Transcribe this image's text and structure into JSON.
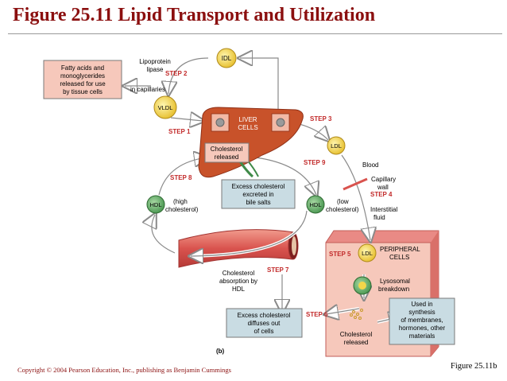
{
  "title": "Figure 25.11  Lipid Transport and Utilization",
  "footer": {
    "copyright": "Copyright © 2004 Pearson Education, Inc., publishing as Benjamin Cummings",
    "figure_ref": "Figure 25.11b"
  },
  "colors": {
    "title": "#8b0f0f",
    "liver": "#c8522a",
    "cell_box": "#f6c8bb",
    "label_box": "#c9dce3",
    "ldl_yellow": "#f2d64a",
    "hdl_green": "#5aa760",
    "vessel": "#d9534e",
    "step": "#c22a2a"
  },
  "diagram": {
    "fatty_acids_box": [
      "Fatty acids and",
      "monoglycerides",
      "released for use",
      "by tissue cells"
    ],
    "lipoprotein_lipase": [
      "Lipoprotein",
      "lipase"
    ],
    "in_capillaries": "in capillaries",
    "idl": "IDL",
    "vldl": "VLDL",
    "liver_cells": [
      "LIVER",
      "CELLS"
    ],
    "cholesterol_released_liver": [
      "Cholesterol",
      "released"
    ],
    "excess_cholesterol_bile": [
      "Excess cholesterol",
      "excreted in",
      "bile salts"
    ],
    "ldl": "LDL",
    "blood": "Blood",
    "capillary_wall": [
      "Capillary",
      "wall"
    ],
    "interstitial_fluid": [
      "Interstitial",
      "fluid"
    ],
    "low_cholesterol": [
      "(low",
      "cholesterol)"
    ],
    "high_cholesterol": [
      "(high",
      "cholesterol)"
    ],
    "hdl": "HDL",
    "peripheral_cells": [
      "PERIPHERAL",
      "CELLS"
    ],
    "lysosomal_breakdown": [
      "Lysosomal",
      "breakdown"
    ],
    "used_in_synthesis": [
      "Used in",
      "synthesis",
      "of membranes,",
      "hormones, other",
      "materials"
    ],
    "cholesterol_released_peripheral": [
      "Cholesterol",
      "released"
    ],
    "excess_cholesterol_diffuses": [
      "Excess cholesterol",
      "diffuses out",
      "of cells"
    ],
    "cholesterol_absorption": [
      "Cholesterol",
      "absorption by",
      "HDL"
    ],
    "panel_label": "(b)",
    "steps": {
      "step1": "STEP 1",
      "step2": "STEP 2",
      "step3": "STEP 3",
      "step4": "STEP 4",
      "step5": "STEP 5",
      "step6": "STEP 6",
      "step7": "STEP 7",
      "step8": "STEP 8",
      "step9": "STEP 9"
    }
  }
}
